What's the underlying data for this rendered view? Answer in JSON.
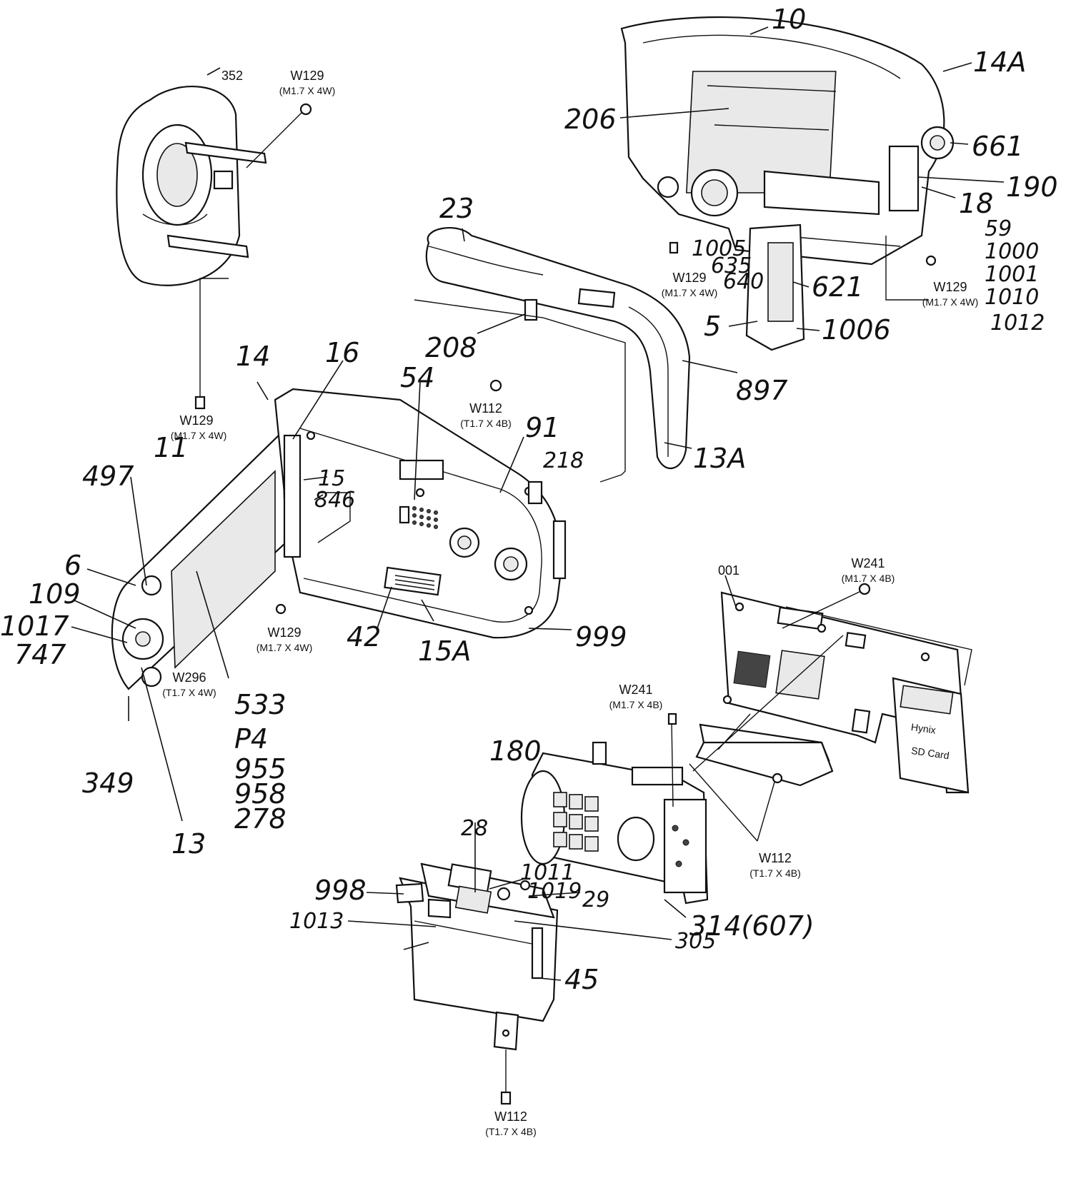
{
  "labels": {
    "l352": "352",
    "l10": "10",
    "l14A": "14A",
    "l206": "206",
    "l661": "661",
    "l190": "190",
    "l18": "18",
    "l59": "59",
    "l1000": "1000",
    "l1001": "1001",
    "l1010": "1010",
    "l1012": "1012",
    "l1005": "1005",
    "l635": "635",
    "l640": "640",
    "l621": "621",
    "l5": "5",
    "l1006": "1006",
    "l897": "897",
    "l23": "23",
    "l208": "208",
    "l54": "54",
    "l91": "91",
    "l218": "218",
    "l13A": "13A",
    "l14": "14",
    "l16": "16",
    "l11": "11",
    "l497": "497",
    "l15": "15",
    "l846": "846",
    "l6": "6",
    "l109": "109",
    "l1017": "1017",
    "l747": "747",
    "l42": "42",
    "l15A": "15A",
    "l999": "999",
    "l533": "533",
    "lP4": "P4",
    "l955": "955",
    "l958": "958",
    "l278": "278",
    "l349": "349",
    "l13": "13",
    "l001": "001",
    "l180": "180",
    "l28": "28",
    "l1011": "1011",
    "l1019": "1019",
    "l998": "998",
    "l29": "29",
    "l1013": "1013",
    "l305": "305",
    "l45": "45",
    "l314": "314(607)"
  },
  "screws": {
    "s1_id": "W129",
    "s1_spec": "(M1.7 X 4W)",
    "s2_id": "W129",
    "s2_spec": "(M1.7 X 4W)",
    "s3_id": "W129",
    "s3_spec": "(M1.7 X 4W)",
    "s4_id": "W129",
    "s4_spec": "(M1.7 X 4W)",
    "s5_id": "W112",
    "s5_spec": "(T1.7 X 4B)",
    "s6_id": "W129",
    "s6_spec": "(M1.7 X 4W)",
    "s7_id": "W296",
    "s7_spec": "(T1.7 X 4W)",
    "s8_id": "W241",
    "s8_spec": "(M1.7 X 4B)",
    "s9_id": "W241",
    "s9_spec": "(M1.7 X 4B)",
    "s10_id": "W112",
    "s10_spec": "(T1.7 X 4B)",
    "s11_id": "W112",
    "s11_spec": "(T1.7 X 4B)"
  },
  "board_text": {
    "brand": "Hynix",
    "card": "SD Card"
  }
}
